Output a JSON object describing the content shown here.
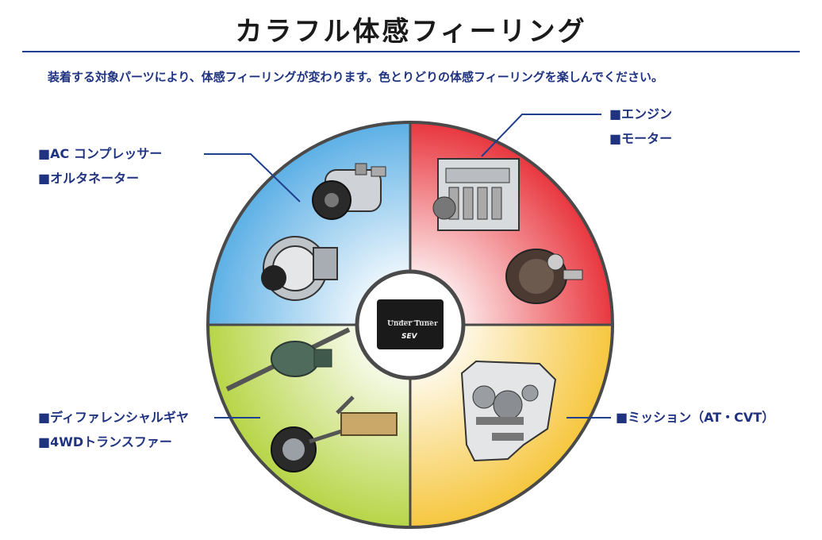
{
  "title": "カラフル体感フィーリング",
  "subtitle": "装着する対象パーツにより、体感フィーリングが変わります。色とりどりの体感フィーリングを楽しんでください。",
  "labels": {
    "ac_compressor": "■AC コンプレッサー",
    "alternator": "■オルタネーター",
    "engine": "■エンジン",
    "motor": "■モーター",
    "differential": "■ディファレンシャルギヤ",
    "transfer_4wd": "■4WDトランスファー",
    "mission": "■ミッション（AT・CVT）"
  },
  "center_device": {
    "line1": "Under Tuner",
    "line2": "SEV"
  },
  "colors": {
    "accent_blue": "#1f3380",
    "quadrant_blue": "#59aee5",
    "quadrant_red": "#e8323a",
    "quadrant_yellow": "#f6c53a",
    "quadrant_green": "#b5d443"
  }
}
